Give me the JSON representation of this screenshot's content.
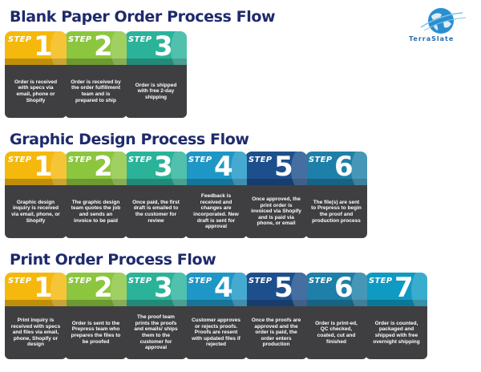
{
  "logo": {
    "text": "TerraSlate",
    "icon": "globe-icon"
  },
  "colors": [
    "#f5b80c",
    "#8cc63f",
    "#2bb39a",
    "#1e97c6",
    "#1d4f8d",
    "#1e7fa8",
    "#0f9ac2"
  ],
  "sections": [
    {
      "title": "Blank Paper Order Process Flow",
      "steps": [
        {
          "label": "STEP",
          "number": "1",
          "text": "Order is received with specs via email, phone or Shopify"
        },
        {
          "label": "STEP",
          "number": "2",
          "text": "Order is received by the order fulfillment team and is prepared to ship"
        },
        {
          "label": "STEP",
          "number": "3",
          "text": "Order is shipped with free 2-day shipping"
        }
      ]
    },
    {
      "title": "Graphic Design Process Flow",
      "steps": [
        {
          "label": "STEP",
          "number": "1",
          "text": "Graphic design inquiry is received via email, phone, or Shopify"
        },
        {
          "label": "STEP",
          "number": "2",
          "text": "The graphic design team quotes the job and sends an invoice to be paid"
        },
        {
          "label": "STEP",
          "number": "3",
          "text": "Once paid, the first draft is emailed to the customer for review"
        },
        {
          "label": "STEP",
          "number": "4",
          "text": "Feedback is received and changes are incorporated. New draft is sent for approval"
        },
        {
          "label": "STEP",
          "number": "5",
          "text": "Once approved, the print order is invoiced via Shopify and is paid via phone, or email"
        },
        {
          "label": "STEP",
          "number": "6",
          "text": "The file(s) are sent to Prepress to begin the proof and production process"
        }
      ]
    },
    {
      "title": "Print Order Process Flow",
      "steps": [
        {
          "label": "STEP",
          "number": "1",
          "text": "Print inquiry is received with specs and files via email, phone, Shopify or design"
        },
        {
          "label": "STEP",
          "number": "2",
          "text": "Order is sent to the Prepress team who prepares the files to be proofed"
        },
        {
          "label": "STEP",
          "number": "3",
          "text": "The proof team prints the proofs and emails/ ships them to the customer for approval"
        },
        {
          "label": "STEP",
          "number": "4",
          "text": "Customer approves or rejects proofs. Proofs are resent with updated files if rejected"
        },
        {
          "label": "STEP",
          "number": "5",
          "text": "Once the proofs are approved and the order is paid, the order enters production"
        },
        {
          "label": "STEP",
          "number": "6",
          "text": "Order is print-ed, QC checked, coated, cut and finished"
        },
        {
          "label": "STEP",
          "number": "7",
          "text": "Order is counted, packaged and shipped with free overnight shipping"
        }
      ]
    }
  ]
}
